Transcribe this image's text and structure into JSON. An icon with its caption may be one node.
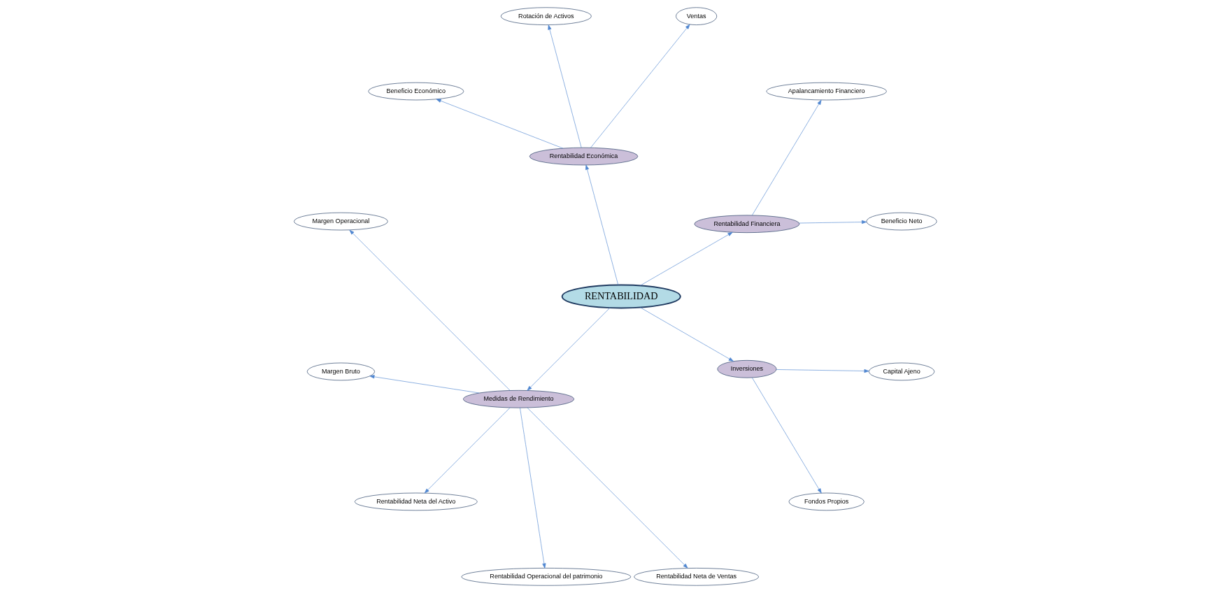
{
  "diagram": {
    "nodes": [
      {
        "text": [
          "RENTABILIDAD"
        ]
      },
      {
        "text": [
          "Rentabilidad Financiera"
        ]
      },
      {
        "text": [
          "Beneficio Neto"
        ]
      },
      {
        "text": [
          "Apalancamiento Financiero"
        ]
      },
      {
        "text": [
          "Rentabilidad Económica"
        ]
      },
      {
        "text": [
          "Ventas"
        ]
      },
      {
        "text": [
          "Rotación de Activos"
        ]
      },
      {
        "text": [
          "Beneficio Económico"
        ]
      },
      {
        "text": [
          "Medidas de Rendimiento"
        ]
      },
      {
        "text": [
          "Margen Operacional"
        ]
      },
      {
        "text": [
          "Margen Bruto"
        ]
      },
      {
        "text": [
          "Rentabilidad Neta del Activo"
        ]
      },
      {
        "text": [
          "Rentabilidad Operacional del patrimonio"
        ]
      },
      {
        "text": [
          "Rentabilidad Neta de Ventas"
        ]
      },
      {
        "text": [
          "Inversiones"
        ]
      },
      {
        "text": [
          "Fondos Propios"
        ]
      },
      {
        "text": [
          "Capital Ajeno"
        ]
      }
    ],
    "edges": [
      {
        "from": 0,
        "to": 1,
        "arrow": "to"
      },
      {
        "from": 1,
        "to": 2,
        "arrow": "to"
      },
      {
        "from": 1,
        "to": 3,
        "arrow": "to"
      },
      {
        "from": 0,
        "to": 4,
        "arrow": "to"
      },
      {
        "from": 4,
        "to": 5,
        "arrow": "to"
      },
      {
        "from": 4,
        "to": 6,
        "arrow": "to"
      },
      {
        "from": 4,
        "to": 7,
        "arrow": "to"
      },
      {
        "from": 0,
        "to": 8,
        "arrow": "to"
      },
      {
        "from": 8,
        "to": 9,
        "arrow": "to"
      },
      {
        "from": 8,
        "to": 10,
        "arrow": "to"
      },
      {
        "from": 8,
        "to": 11,
        "arrow": "to"
      },
      {
        "from": 8,
        "to": 12,
        "arrow": "to"
      },
      {
        "from": 8,
        "to": 13,
        "arrow": "to"
      },
      {
        "from": 0,
        "to": 14,
        "arrow": "to"
      },
      {
        "from": 14,
        "to": 15,
        "arrow": "to"
      },
      {
        "from": 14,
        "to": 16,
        "arrow": "to"
      }
    ]
  }
}
